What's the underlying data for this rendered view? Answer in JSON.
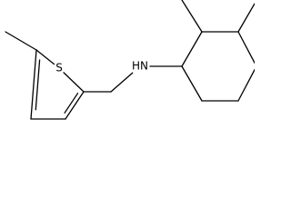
{
  "diagram": {
    "atoms": [
      {
        "id": "me_thio",
        "element": "C"
      },
      {
        "id": "c5",
        "element": "C"
      },
      {
        "id": "s1",
        "element": "S",
        "label": "S"
      },
      {
        "id": "c2",
        "element": "C"
      },
      {
        "id": "c3",
        "element": "C"
      },
      {
        "id": "c4",
        "element": "C"
      },
      {
        "id": "ch2",
        "element": "C"
      },
      {
        "id": "n",
        "element": "N",
        "label": "HN"
      },
      {
        "id": "r1",
        "element": "C"
      },
      {
        "id": "r2",
        "element": "C"
      },
      {
        "id": "me2",
        "element": "C"
      },
      {
        "id": "r3",
        "element": "C"
      },
      {
        "id": "me3",
        "element": "C"
      },
      {
        "id": "r4",
        "element": "C"
      },
      {
        "id": "r5",
        "element": "C"
      },
      {
        "id": "r6",
        "element": "C"
      }
    ],
    "bonds": [
      {
        "from": "me_thio",
        "to": "c5",
        "order": 1
      },
      {
        "from": "c5",
        "to": "s1",
        "order": 1
      },
      {
        "from": "s1",
        "to": "c2",
        "order": 1
      },
      {
        "from": "c2",
        "to": "c3",
        "order": 2
      },
      {
        "from": "c3",
        "to": "c4",
        "order": 1
      },
      {
        "from": "c4",
        "to": "c5",
        "order": 2
      },
      {
        "from": "c2",
        "to": "ch2",
        "order": 1
      },
      {
        "from": "ch2",
        "to": "n",
        "order": 1
      },
      {
        "from": "n",
        "to": "r1",
        "order": 1
      },
      {
        "from": "r1",
        "to": "r2",
        "order": 1
      },
      {
        "from": "r2",
        "to": "me2",
        "order": 1
      },
      {
        "from": "r2",
        "to": "r3",
        "order": 1
      },
      {
        "from": "r3",
        "to": "me3",
        "order": 1
      },
      {
        "from": "r3",
        "to": "r4",
        "order": 1
      },
      {
        "from": "r4",
        "to": "r5",
        "order": 1
      },
      {
        "from": "r5",
        "to": "r6",
        "order": 1
      },
      {
        "from": "r6",
        "to": "r1",
        "order": 1
      }
    ]
  }
}
